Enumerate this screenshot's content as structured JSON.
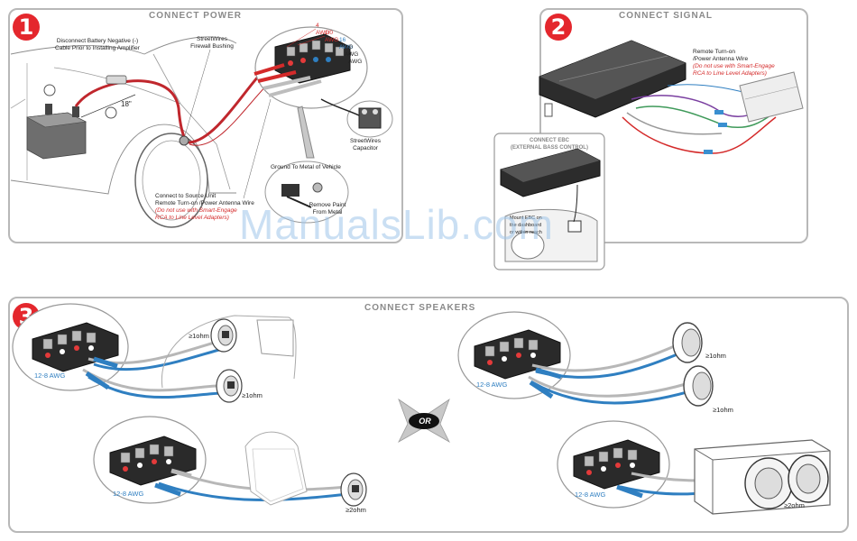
{
  "panel1": {
    "number": "1",
    "title": "CONNECT POWER",
    "disconnect_note": [
      "Disconnect Battery Negative (-)",
      "Cable Prior to Installing Amplifier"
    ],
    "firewall": [
      "StreetWires",
      "Firewall Bushing"
    ],
    "distance": "18\"",
    "wire_gauges": [
      "4 AWG",
      "1/0 AWG",
      "16 AWG",
      "1/0 AWG",
      "4 AWG"
    ],
    "capacitor": [
      "StreetWires",
      "Capacitor"
    ],
    "ground": "Ground To Metal of Vehicle",
    "remove_paint": [
      "Remove Paint",
      "From Metal"
    ],
    "source_unit": [
      "Connect to Source Unit",
      "Remote Turn-on /Power Antenna Wire"
    ],
    "warning": [
      "(Do not use with Smart-Engage",
      "RCA to Line Level Adapters)"
    ]
  },
  "panel2": {
    "number": "2",
    "title": "CONNECT SIGNAL",
    "remote": [
      "Remote Turn-on",
      "/Power Antenna Wire"
    ],
    "warning": [
      "(Do not use with Smart-Engage",
      "RCA to Line Level Adapters)"
    ],
    "ebc_title": [
      "CONNECT EBC",
      "(EXTERNAL BASS CONTROL)"
    ],
    "ebc_note": [
      "Mount EBC on",
      "the dashboard",
      "or within reach"
    ]
  },
  "panel3": {
    "number": "3",
    "title": "CONNECT SPEAKERS",
    "or_label": "OR",
    "awg": "12-8 AWG",
    "ohm_1": "≥1ohm",
    "ohm_2": "≥2ohm"
  },
  "watermark": "ManualsLib.com",
  "colors": {
    "accent": "#e4272d",
    "wire_blue": "#2f7fc1",
    "wire_red": "#d42a2a",
    "border": "#b8b8b8"
  }
}
